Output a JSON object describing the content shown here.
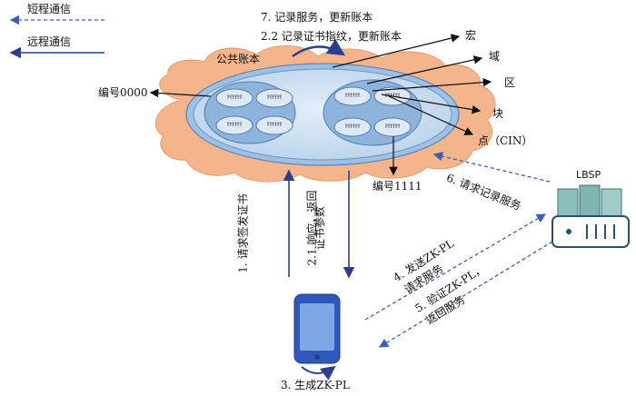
{
  "legend": {
    "short_range": "短程通信",
    "long_range": "远程通信"
  },
  "ledger": {
    "title": "公共账本",
    "id_left": "编号0000",
    "id_right": "编号1111"
  },
  "geo_levels": [
    "宏",
    "域",
    "区",
    "块",
    "点（CIN）"
  ],
  "steps": {
    "s7": "7. 记录服务，更新账本",
    "s22": "2.2 记录证书指纹，更新账本",
    "s1": "1. 请求签发证书",
    "s21_line1": "2.1 响应，返回",
    "s21_line2": "证书参数",
    "s3": "3. 生成ZK-PL",
    "s4_line1": "4. 发送ZK-PL",
    "s4_line2": "请求服务",
    "s5_line1": "5. 验证ZK-PL，",
    "s5_line2": "返回服务",
    "s6": "6. 请求记录服务"
  },
  "server": {
    "label": "LBSP"
  },
  "colors": {
    "cloud": "#f4b58c",
    "ellipse_outer": "#cfe1f2",
    "ellipse_mid": "#9ec0e2",
    "node_fill": "#dfe9f5",
    "arrow_blue": "#2a3f8f",
    "dashed_blue": "#3a5fb5",
    "server_teal": "#7fb6b3"
  }
}
